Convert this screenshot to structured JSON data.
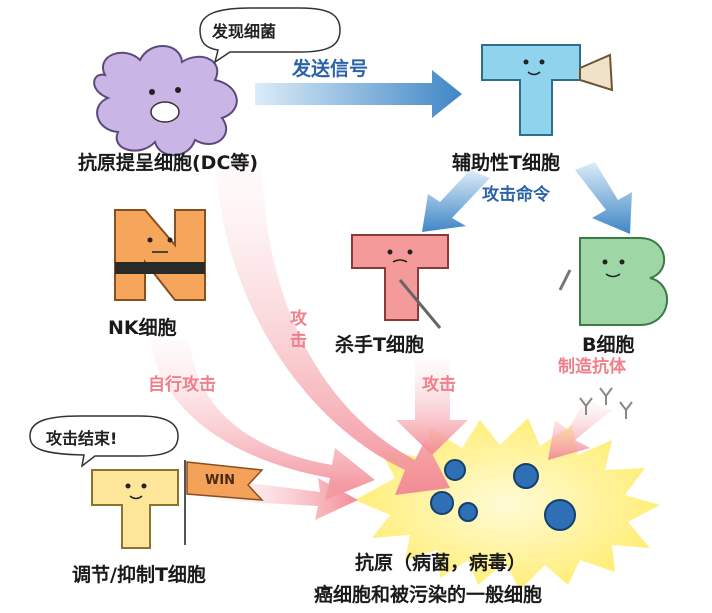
{
  "cells": {
    "dc": {
      "label": "抗原提呈细胞(DC等)",
      "speech": "发现细菌"
    },
    "helper": {
      "label": "辅助性T细胞"
    },
    "nk": {
      "label": "NK细胞"
    },
    "killer": {
      "label": "杀手T细胞"
    },
    "b": {
      "label": "B细胞"
    },
    "treg": {
      "label": "调节/抑制T细胞",
      "speech": "攻击结束!",
      "flag": "WIN"
    }
  },
  "arrows": {
    "signal": "发送信号",
    "command": "攻击命令",
    "attack_dc": "攻击",
    "self_attack": "自行攻击",
    "attack_killer": "攻击",
    "antibody": "制造抗体"
  },
  "target": {
    "line1": "抗原（病菌，病毒）",
    "line2": "癌细胞和被污染的一般细胞"
  },
  "colors": {
    "blue_arrow": "#3f86c6",
    "pink_arrow": "#f4a3ab",
    "dc_cell": "#c9b6e6",
    "helper_cell": "#8fd3ec",
    "nk_cell": "#f5a65b",
    "killer_cell": "#f59a9a",
    "b_cell": "#9fd6a6",
    "treg_cell": "#fde59a",
    "burst": "#fff3a0",
    "virus": "#2f6fb5"
  }
}
